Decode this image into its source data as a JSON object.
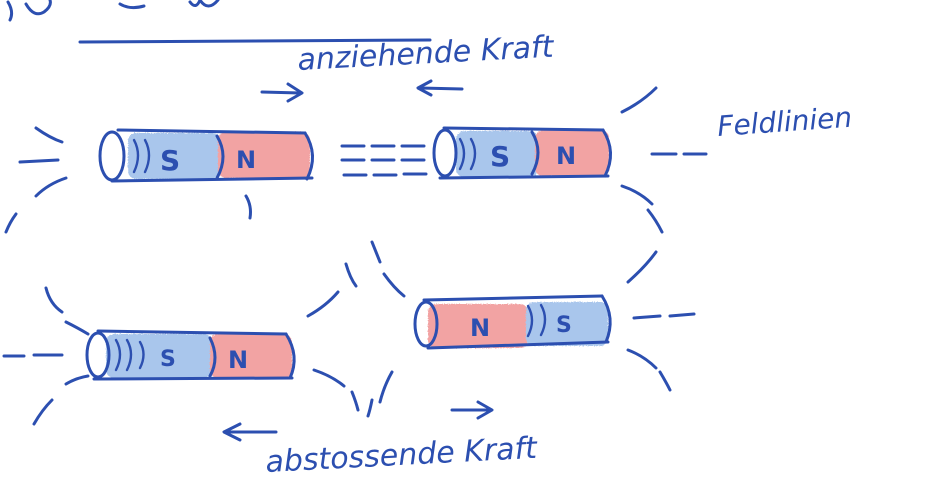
{
  "labels": {
    "attract": "anziehende Kraft",
    "field_lines": "Feldlinien",
    "repel": "abstossende Kraft"
  },
  "poles": {
    "south": "S",
    "north": "N"
  },
  "colors": {
    "ink": "#2c4fb0",
    "south_fill": "#a9c6ec",
    "north_fill": "#f2a3a3"
  },
  "magnets": [
    {
      "id": "top-left",
      "order": [
        "S",
        "N"
      ]
    },
    {
      "id": "top-right",
      "order": [
        "S",
        "N"
      ]
    },
    {
      "id": "bottom-left",
      "order": [
        "S",
        "N"
      ]
    },
    {
      "id": "bottom-right",
      "order": [
        "N",
        "S"
      ]
    }
  ]
}
